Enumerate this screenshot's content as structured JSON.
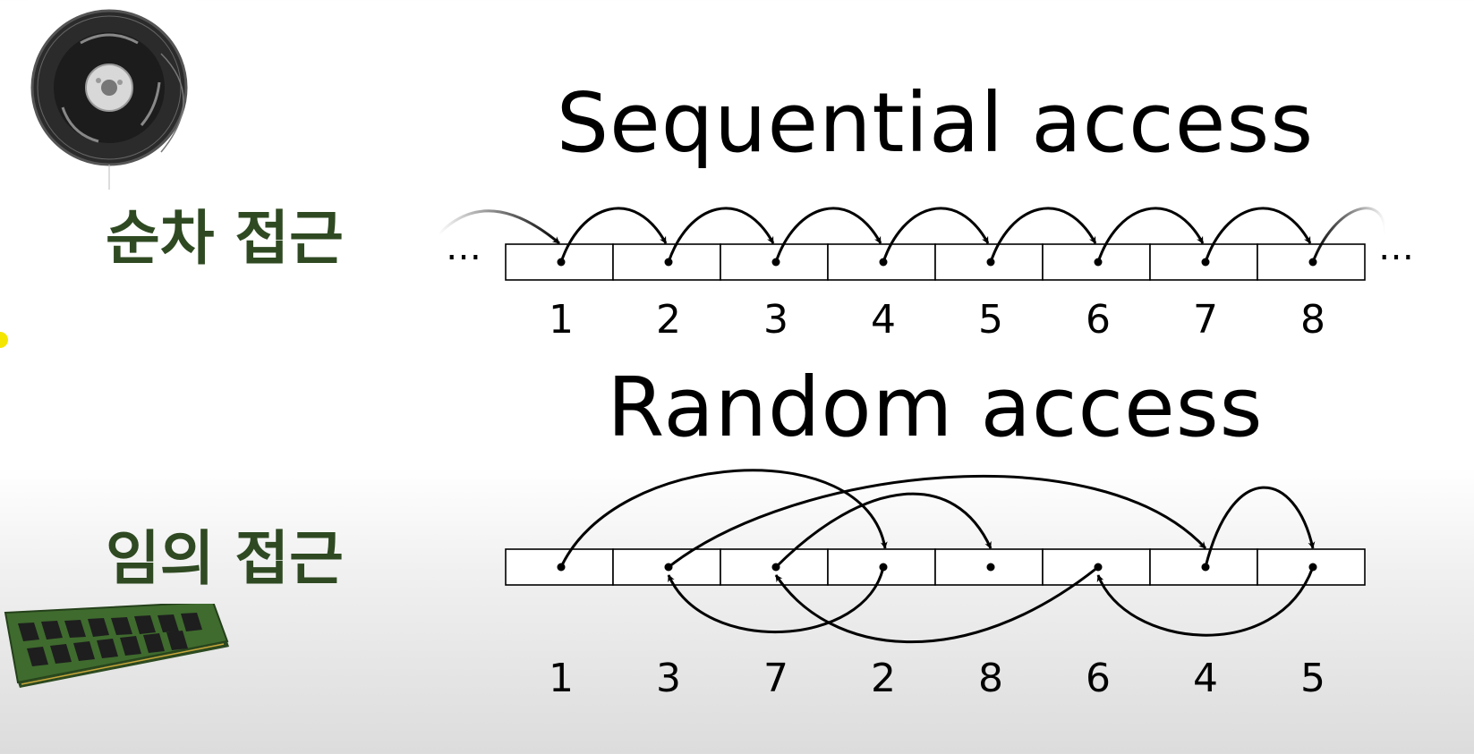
{
  "sequential": {
    "title": "Sequential access",
    "korean_label": "순차 접근",
    "left_ellipsis": "…",
    "right_ellipsis": "…",
    "cell_labels": [
      "1",
      "2",
      "3",
      "4",
      "5",
      "6",
      "7",
      "8"
    ]
  },
  "random": {
    "title": "Random access",
    "korean_label": "임의 접근",
    "cell_labels": [
      "1",
      "3",
      "7",
      "2",
      "8",
      "6",
      "4",
      "5"
    ]
  },
  "colors": {
    "korean_label": "#2f4a22",
    "title": "#000000",
    "cursor_highlight": "#f4e600"
  },
  "images": {
    "top_left": "tape-reel-icon",
    "bottom_left": "ram-module-icon"
  }
}
